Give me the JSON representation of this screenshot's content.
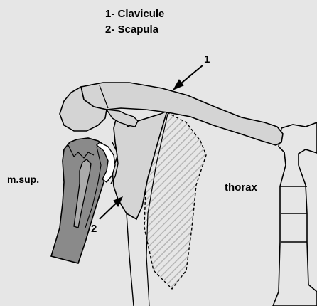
{
  "legend": {
    "item1": "1- Clavicule",
    "item2": "2- Scapula"
  },
  "labels": {
    "marker1": "1",
    "marker2": "2",
    "upper_limb": "m.sup.",
    "thorax": "thorax"
  },
  "colors": {
    "background": "#e6e6e6",
    "bone": "#d4d4d4",
    "humerus": "#8a8a8a",
    "outline": "#000000",
    "hatch": "#b5b5b5"
  }
}
